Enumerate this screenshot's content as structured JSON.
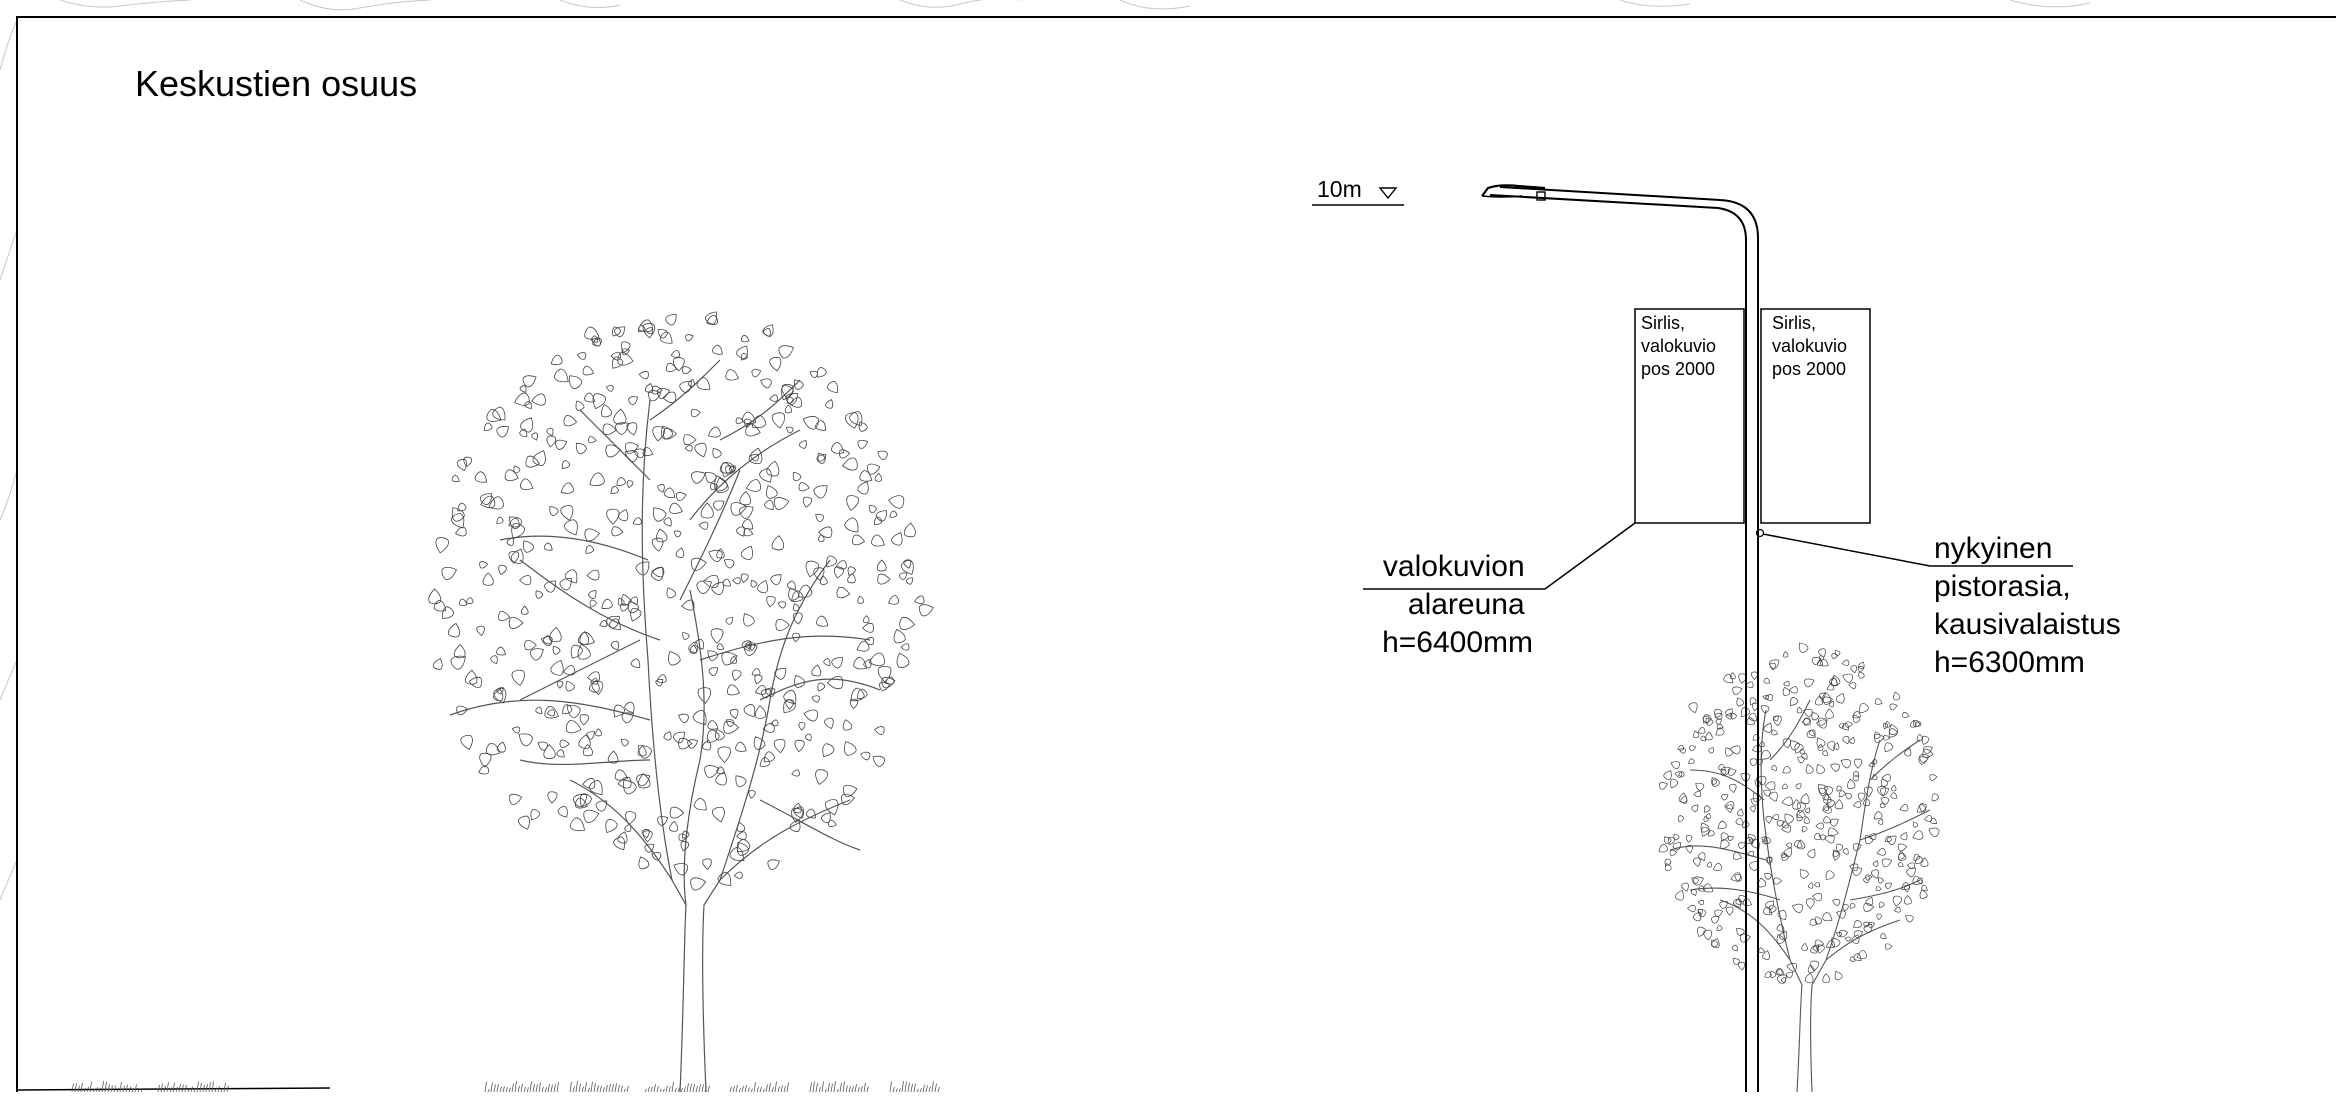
{
  "drawing": {
    "title": "Keskustien osuus",
    "elevation_marker": "10m",
    "sign_left": {
      "lines": [
        "Sirlis,",
        "valokuvio",
        "pos 2000"
      ]
    },
    "sign_right": {
      "lines": [
        "Sirlis,",
        "valokuvio",
        "pos 2000"
      ]
    },
    "callout_left": {
      "lines": [
        "valokuvion",
        "alareuna",
        "h=6400mm"
      ]
    },
    "callout_right": {
      "lines": [
        "nykyinen",
        "pistorasia,",
        "kausivalaistus",
        "h=6300mm"
      ]
    }
  }
}
